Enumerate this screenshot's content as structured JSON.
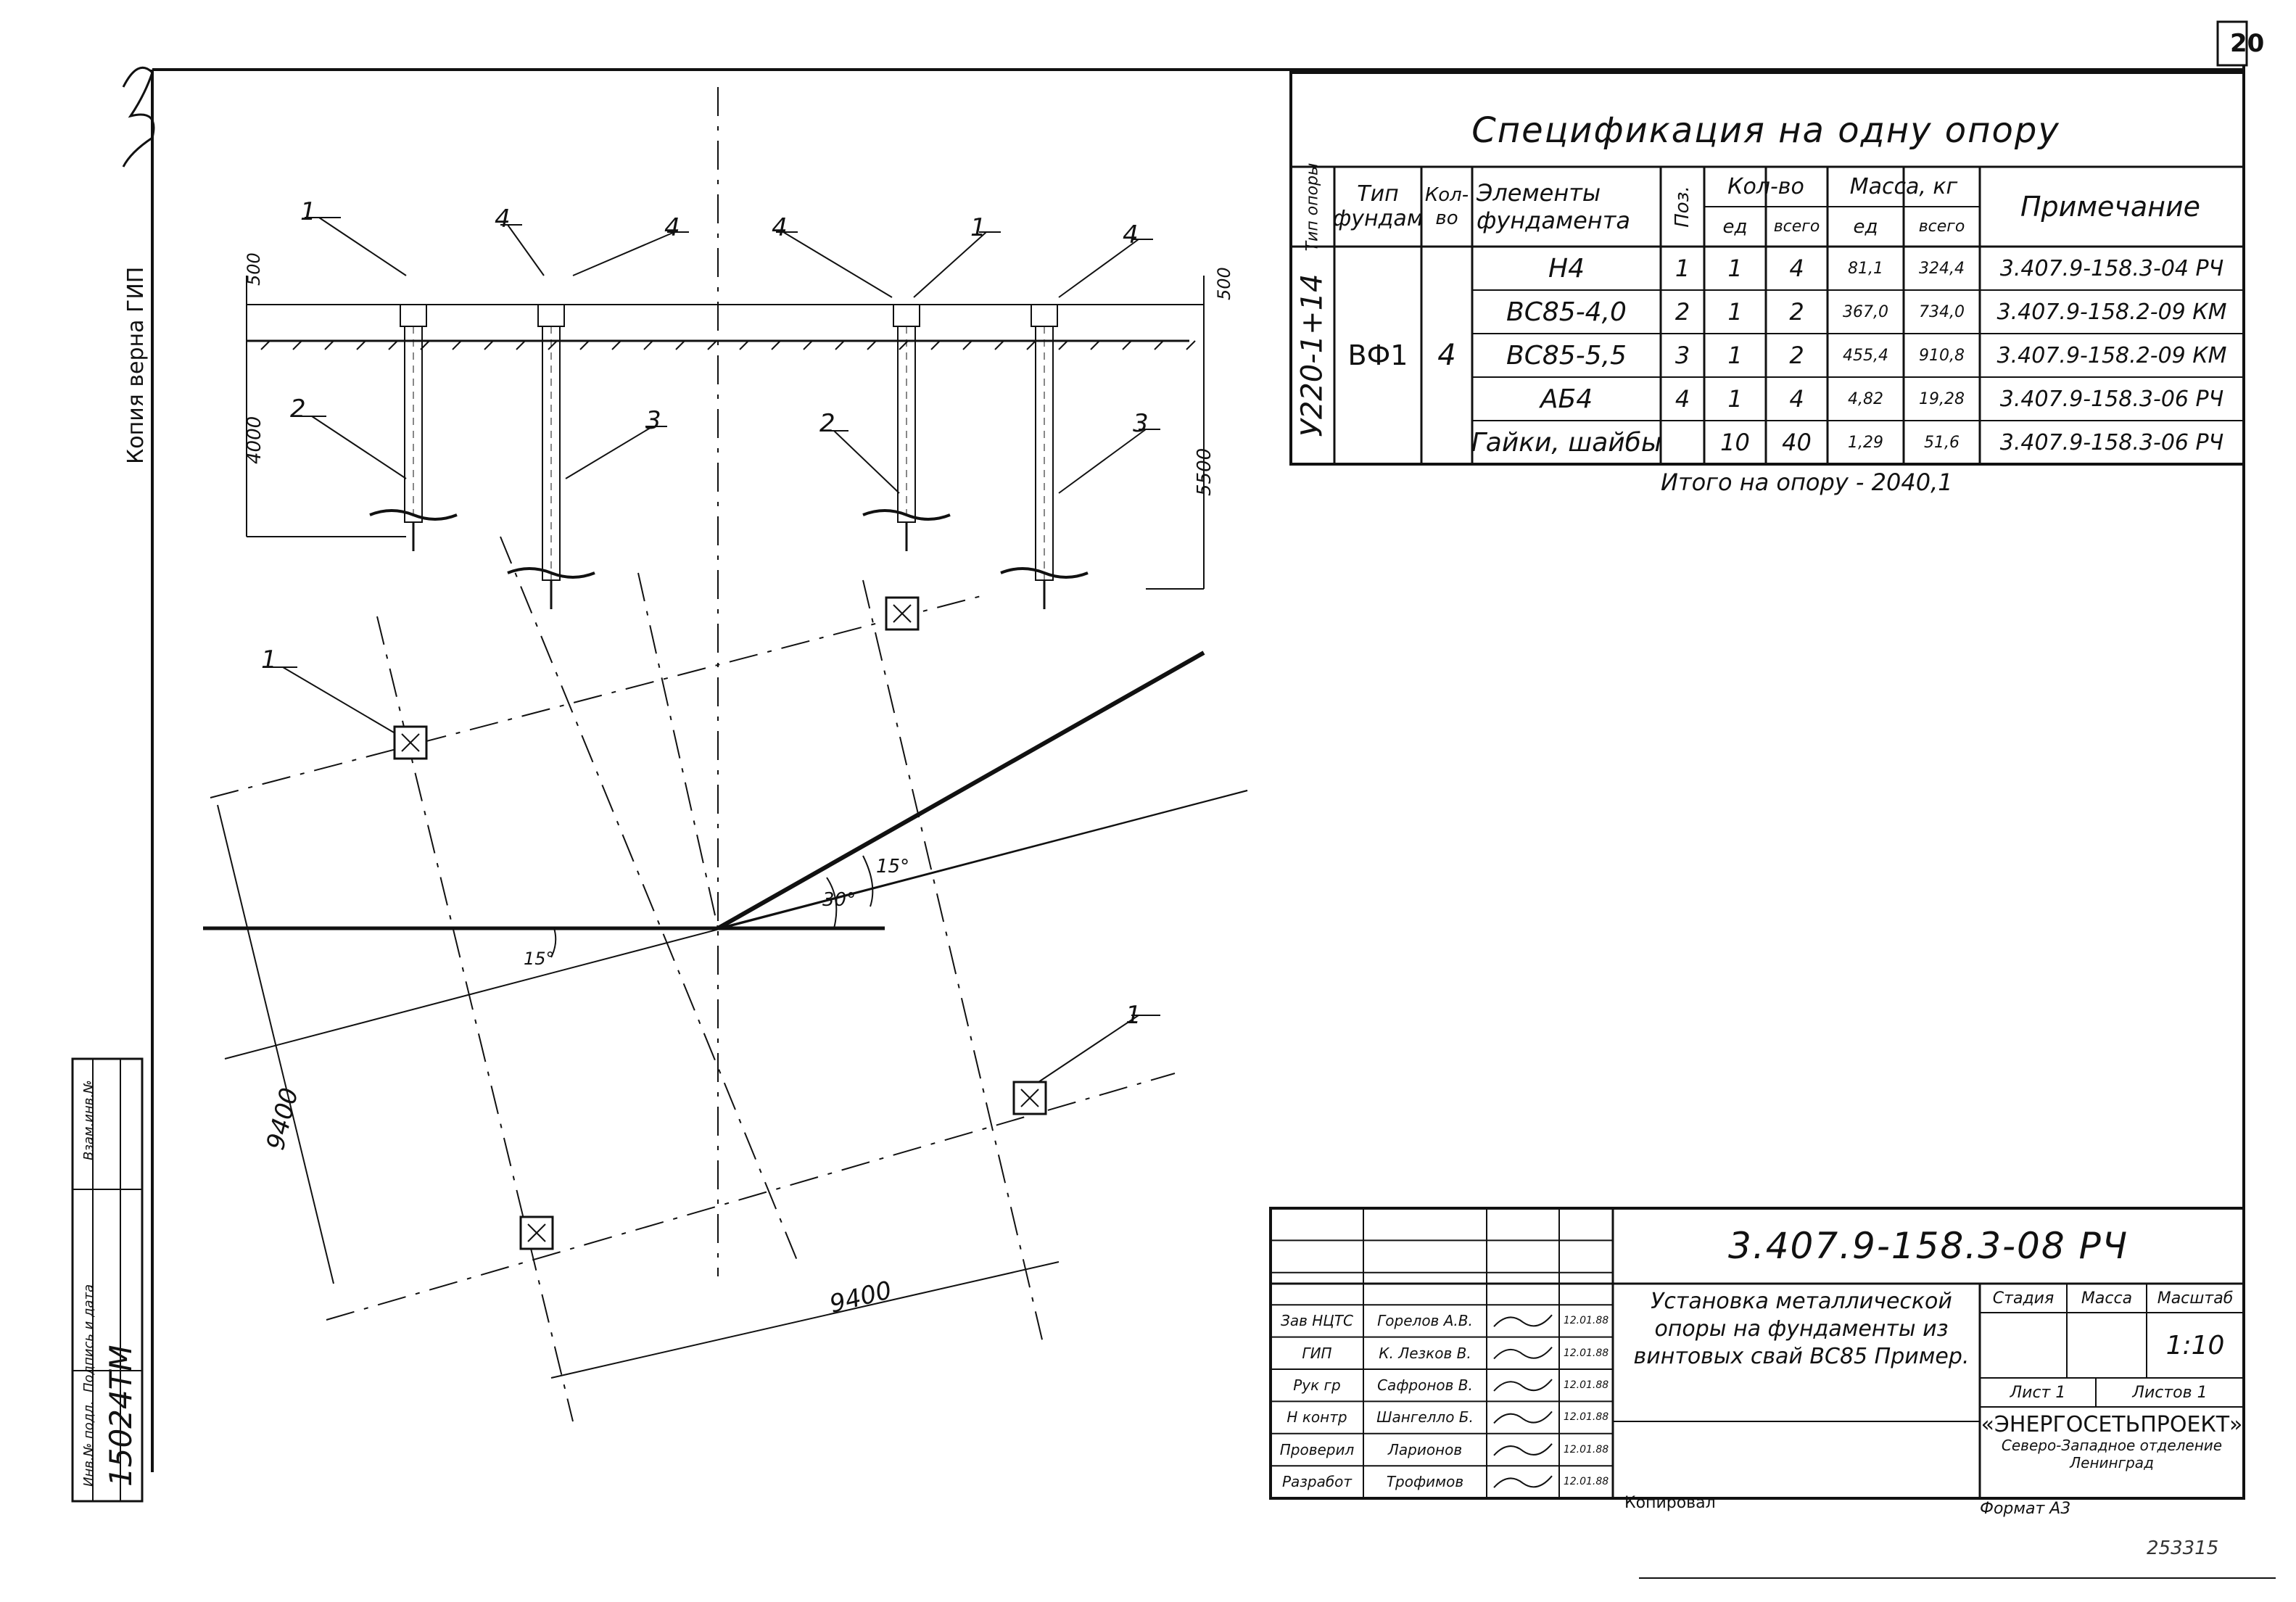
{
  "sheet": {
    "page_number": "20",
    "archive_number": "253315",
    "copy_note": "Копия верна   ГИП",
    "inventory_number": "15024ТМ",
    "stamp_labels": {
      "inv": "Инв.№ подл.",
      "signature": "Подпись и дата",
      "replace": "Взам.инв.№"
    }
  },
  "spec": {
    "title": "Спецификация на одну опору",
    "headers": {
      "support_type": "Тип опоры",
      "foundation_type": "Тип фундам",
      "count": "Кол-во",
      "elements": "Элементы фундамента",
      "pos": "Поз.",
      "qty": "Кол-во",
      "qty_unit": "ед",
      "qty_total": "всего",
      "mass": "Масса, кг",
      "mass_unit": "ед",
      "mass_total": "всего",
      "note": "Примечание"
    },
    "support_type": "У220-1+14",
    "foundation_type": "ВФ1",
    "foundation_count": "4",
    "rows": [
      {
        "element": "Н4",
        "pos": "1",
        "qty": "1",
        "qty_total": "4",
        "mass": "81,1",
        "mass_total": "324,4",
        "note": "3.407.9-158.3-04 РЧ"
      },
      {
        "element": "ВС85-4,0",
        "pos": "2",
        "qty": "1",
        "qty_total": "2",
        "mass": "367,0",
        "mass_total": "734,0",
        "note": "3.407.9-158.2-09 КМ"
      },
      {
        "element": "ВС85-5,5",
        "pos": "3",
        "qty": "1",
        "qty_total": "2",
        "mass": "455,4",
        "mass_total": "910,8",
        "note": "3.407.9-158.2-09 КМ"
      },
      {
        "element": "АБ4",
        "pos": "4",
        "qty": "1",
        "qty_total": "4",
        "mass": "4,82",
        "mass_total": "19,28",
        "note": "3.407.9-158.3-06 РЧ"
      },
      {
        "element": "Гайки, шайбы",
        "pos": "",
        "qty": "10",
        "qty_total": "40",
        "mass": "1,29",
        "mass_total": "51,6",
        "note": "3.407.9-158.3-06 РЧ"
      }
    ],
    "total": "Итого на опору - 2040,1"
  },
  "drawing": {
    "dims": {
      "d500a": "500",
      "d500b": "500",
      "d4000": "4000",
      "d5500": "5500",
      "d9400a": "9400",
      "d9400b": "9400"
    },
    "angles": {
      "a15a": "15°",
      "a30": "30°",
      "a15b": "15°"
    },
    "callouts": {
      "c1a": "1",
      "c4a": "4",
      "c4b": "4",
      "c4c": "4",
      "c1b": "1",
      "c4d": "4",
      "c2a": "2",
      "c3a": "3",
      "c2b": "2",
      "c3b": "3",
      "c1c": "1",
      "c1d": "1"
    }
  },
  "title_block": {
    "doc_code": "3.407.9-158.3-08 РЧ",
    "title": "Установка металлической опоры на фундаменты из винтовых свай ВС85  Пример.",
    "stage_label": "Стадия",
    "mass_label": "Масса",
    "scale_label": "Масштаб",
    "scale": "1:10",
    "sheet_label": "Лист 1",
    "sheets_label": "Листов 1",
    "org": "«ЭНЕРГОСЕТЬПРОЕКТ»",
    "org_sub1": "Северо-Западное отделение",
    "org_sub2": "Ленинград",
    "copied": "Копировал",
    "format": "Формат А3",
    "people": [
      {
        "role": "Зав НЦТС",
        "name": "Горелов А.В.",
        "date": "12.01.88"
      },
      {
        "role": "ГИП",
        "name": "К. Лезков В.",
        "date": "12.01.88"
      },
      {
        "role": "Рук гр",
        "name": "Сафронов В.",
        "date": "12.01.88"
      },
      {
        "role": "Н контр",
        "name": "Шангелло Б.",
        "date": "12.01.88"
      },
      {
        "role": "Проверил",
        "name": "Ларионов",
        "date": "12.01.88"
      },
      {
        "role": "Разработ",
        "name": "Трофимов",
        "date": "12.01.88"
      }
    ]
  }
}
